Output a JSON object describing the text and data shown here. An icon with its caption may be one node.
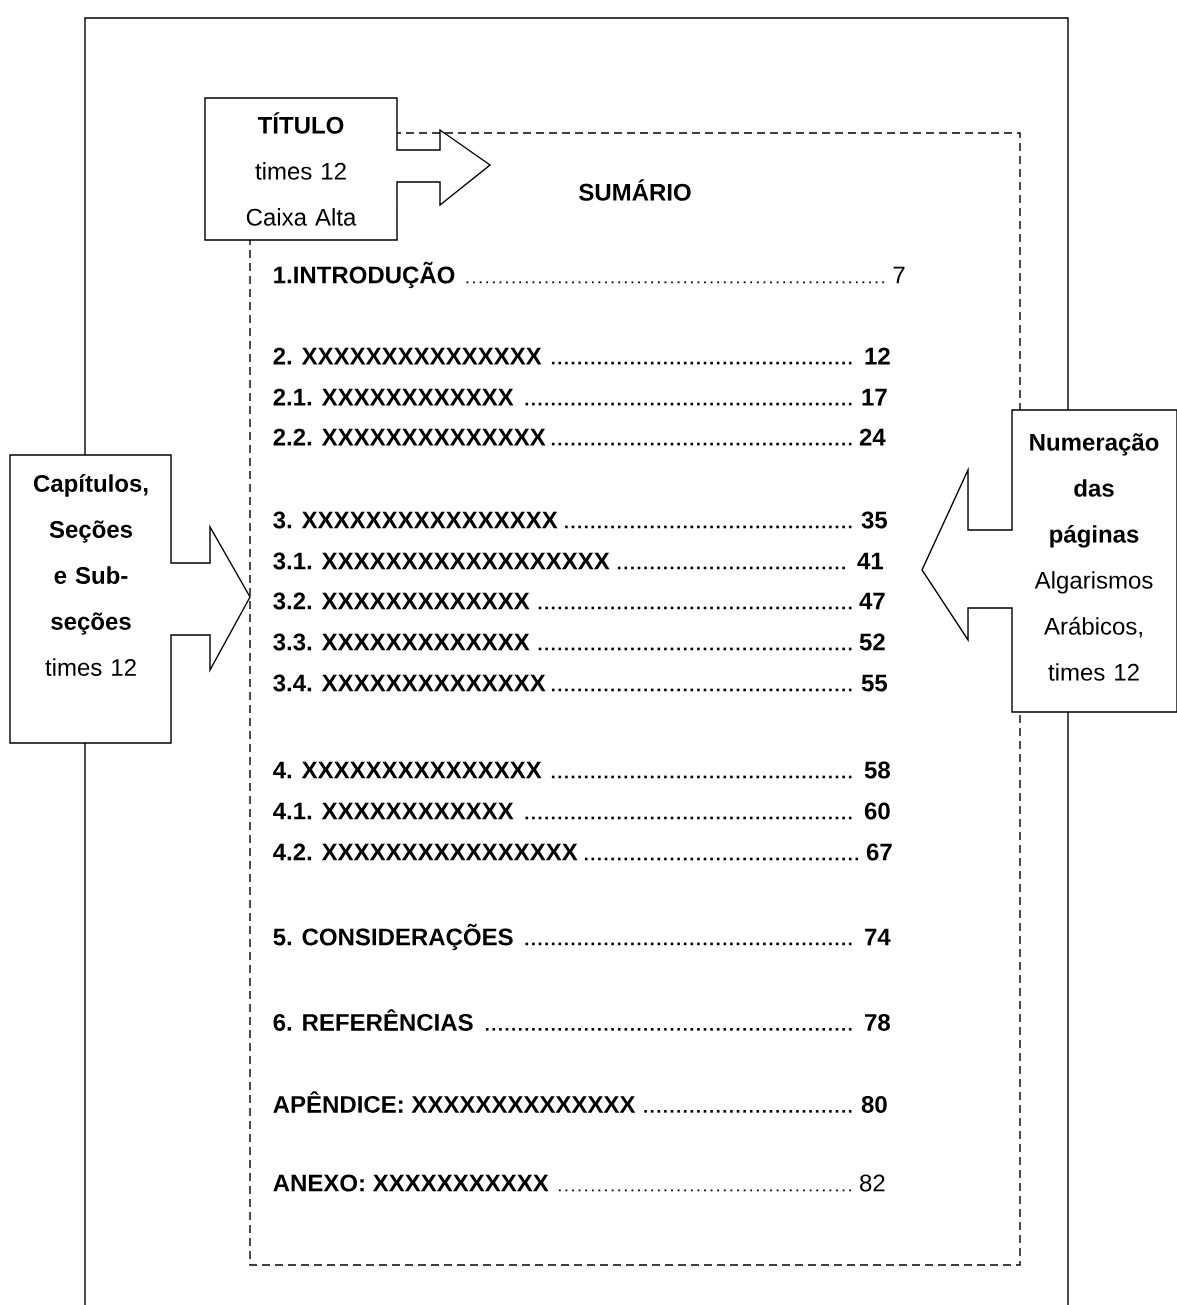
{
  "diagram": {
    "nodes": [
      {
        "text": [
          "TÍTULO",
          "times 12",
          "Caixa Alta"
        ]
      },
      {
        "text": [
          "Capítulos, Seções e Sub-seções",
          "times 12"
        ]
      },
      {
        "text": [
          "Numeração das páginas",
          "Algarismos Arábicos, times 12"
        ]
      },
      {
        "text": [
          "SUMÁRIO"
        ]
      }
    ],
    "labels": [
      "1.INTRODUÇÃO",
      "7",
      "2. XXXXXXXXXXXXXXX",
      "12",
      "2.1. XXXXXXXXXXXX",
      "17",
      "2.2. XXXXXXXXXXXXXX",
      "24",
      "3. XXXXXXXXXXXXXXXX",
      "35",
      "3.1. XXXXXXXXXXXXXXXXXX",
      "41",
      "3.2. XXXXXXXXXXXXX",
      "47",
      "3.3. XXXXXXXXXXXXX",
      "52",
      "3.4. XXXXXXXXXXXXXX",
      "55",
      "4. XXXXXXXXXXXXXXX",
      "58",
      "4.1. XXXXXXXXXXXX",
      "60",
      "4.2. XXXXXXXXXXXXXXXX",
      "67",
      "5. CONSIDERAÇÕES",
      "74",
      "6. REFERÊNCIAS",
      "78",
      "APÊNDICE: XXXXXXXXXXXXXX",
      "80",
      "ANEXO: XXXXXXXXXXX",
      "82"
    ]
  }
}
